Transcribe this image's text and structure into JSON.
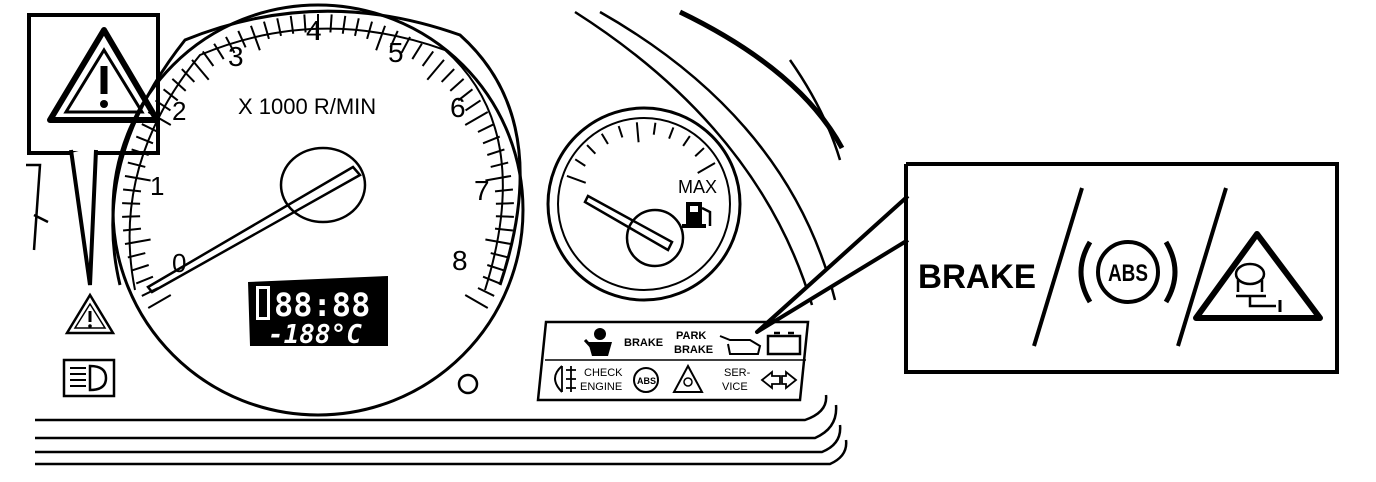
{
  "tachometer": {
    "scale_label": "X 1000 R/MIN",
    "numerals": [
      "0",
      "1",
      "2",
      "3",
      "4",
      "5",
      "6",
      "7",
      "8"
    ],
    "display_time": "88:88",
    "display_temp": "-188°C"
  },
  "fuel_gauge": {
    "max_label": "MAX",
    "icon": "fuel-pump-icon"
  },
  "warning_panel": {
    "brake_label": "BRAKE",
    "park_brake_line1": "PARK",
    "park_brake_line2": "BRAKE",
    "check_engine_line1": "CHECK",
    "check_engine_line2": "ENGINE",
    "abs_label": "ABS",
    "service_line1": "SER-",
    "service_line2": "VICE"
  },
  "callout": {
    "brake_label": "BRAKE",
    "abs_label": "ABS",
    "icons": [
      "abs-warning-icon",
      "brake-force-distribution-warning-icon"
    ]
  },
  "left_indicators": {
    "icons": [
      "general-warning-icon",
      "headlight-icon"
    ]
  }
}
